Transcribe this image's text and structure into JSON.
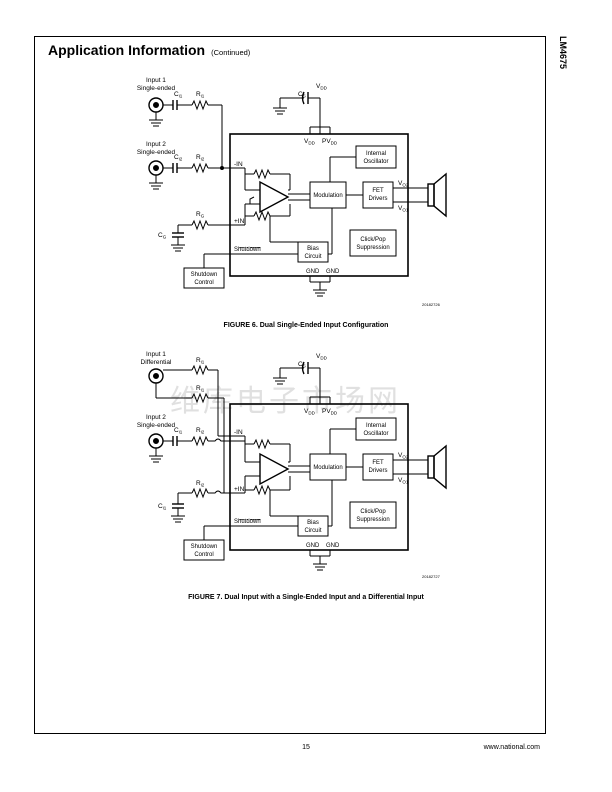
{
  "header": {
    "title": "Application Information",
    "continued": "(Continued)",
    "side_tab": "LM4675"
  },
  "watermark": "维库电子市场网",
  "figure6": {
    "labels": {
      "input1_title": "Input 1",
      "input1_sub": "Single-ended",
      "input2_title": "Input 2",
      "input2_sub": "Single-ended",
      "ci1": "C",
      "ci1_sub": "i1",
      "ri1": "R",
      "ri1_sub": "i1",
      "ci2": "C",
      "ci2_sub": "i2",
      "ri2": "R",
      "ri2_sub": "i2",
      "rg": "R",
      "rg_sub": "G",
      "cg": "C",
      "cg_sub": "G",
      "cs": "C",
      "cs_sub": "S",
      "vdd_top": "V",
      "vdd_top_sub": "DD",
      "vdd_pin": "V",
      "vdd_pin_sub": "DD",
      "pvdd_pin": "PV",
      "pvdd_pin_sub": "DD",
      "in_minus": "-IN",
      "in_plus": "+IN",
      "internal_osc_1": "Internal",
      "internal_osc_2": "Oscillator",
      "modulation": "Modulation",
      "fet_1": "FET",
      "fet_2": "Drivers",
      "vo2": "V",
      "vo2_sub": "O2",
      "vo1": "V",
      "vo1_sub": "O1",
      "clickpop_1": "Click/Pop",
      "clickpop_2": "Suppression",
      "shutdown": "Shutdown",
      "bias_1": "Bias",
      "bias_2": "Circuit",
      "shutdown_ctrl_1": "Shutdown",
      "shutdown_ctrl_2": "Control",
      "gnd1": "GND",
      "gnd2": "GND",
      "code": "20182726"
    },
    "caption": "FIGURE 6. Dual Single-Ended Input Configuration"
  },
  "figure7": {
    "labels": {
      "input1_title": "Input 1",
      "input1_sub": "Differential",
      "input2_title": "Input 2",
      "input2_sub": "Single-ended",
      "ri1a": "R",
      "ri1a_sub": "i1",
      "ri1b": "R",
      "ri1b_sub": "i1",
      "ci1": "C",
      "ci1_sub": "i1",
      "ri2a": "R",
      "ri2a_sub": "i2",
      "ri2b": "R",
      "ri2b_sub": "i2",
      "ci_bottom": "C",
      "ci_bottom_sub": "i1",
      "cs": "C",
      "cs_sub": "S",
      "vdd_top": "V",
      "vdd_top_sub": "DD",
      "vdd_pin": "V",
      "vdd_pin_sub": "DD",
      "pvdd_pin": "PV",
      "pvdd_pin_sub": "DD",
      "in_minus": "-IN",
      "in_plus": "+IN",
      "internal_osc_1": "Internal",
      "internal_osc_2": "Oscillator",
      "modulation": "Modulation",
      "fet_1": "FET",
      "fet_2": "Drivers",
      "vo2": "V",
      "vo2_sub": "O2",
      "vo1": "V",
      "vo1_sub": "O1",
      "clickpop_1": "Click/Pop",
      "clickpop_2": "Suppression",
      "shutdown": "Shutdown",
      "bias_1": "Bias",
      "bias_2": "Circuit",
      "shutdown_ctrl_1": "Shutdown",
      "shutdown_ctrl_2": "Control",
      "gnd1": "GND",
      "gnd2": "GND",
      "code": "20182727"
    },
    "caption": "FIGURE 7. Dual Input with a Single-Ended Input and a Differential Input"
  },
  "footer": {
    "page_number": "15",
    "site": "www.national.com"
  }
}
